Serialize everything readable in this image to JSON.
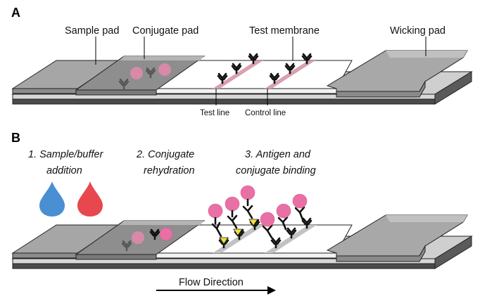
{
  "panel_a": {
    "letter": "A",
    "labels": {
      "sample_pad": "Sample pad",
      "conjugate_pad": "Conjugate pad",
      "test_membrane": "Test membrane",
      "wicking_pad": "Wicking pad",
      "test_line": "Test line",
      "control_line": "Control line"
    }
  },
  "panel_b": {
    "letter": "B",
    "steps": {
      "step1_line1": "1. Sample/buffer",
      "step1_line2": "addition",
      "step2_line1": "2. Conjugate",
      "step2_line2": "rehydration",
      "step3_line1": "3. Antigen and",
      "step3_line2": "conjugate binding"
    },
    "flow_direction": "Flow Direction"
  },
  "colors": {
    "pad_gray": "#9c9c9c",
    "pad_light": "#c8c8c8",
    "base_dark": "#4a4a4a",
    "test_line_pink": "#d9a0ae",
    "gold_bead_pink": "#e970a4",
    "drop_blue": "#4a8fd2",
    "drop_red": "#e8474e",
    "antigen_yellow": "#f4e13a"
  }
}
